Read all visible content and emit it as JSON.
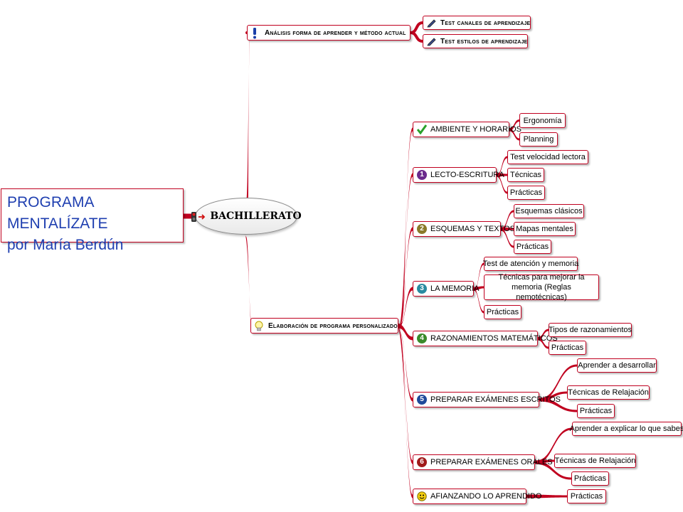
{
  "colors": {
    "branch": "#c0001f",
    "root_text": "#1f3fb0"
  },
  "root": {
    "title": "PROGRAMA MENTALÍZATE",
    "author": "por María Berdún"
  },
  "hub": {
    "label": "BACHILLERATO",
    "icon": "traffic-light-arrow-icon"
  },
  "analysis": {
    "label": "Análisis forma de aprender y método actual",
    "icon": "exclamation-icon",
    "children": [
      {
        "label": "Test canales de aprendizaje",
        "icon": "pencil-icon"
      },
      {
        "label": "Test estilos de aprendizaje",
        "icon": "pencil-icon"
      }
    ]
  },
  "program": {
    "label": "Elaboración de programa personalizado",
    "icon": "lightbulb-icon",
    "topics": [
      {
        "label": "AMBIENTE Y HORARIOS",
        "icon": "checkmark-icon",
        "children": [
          "Ergonomía",
          "Planning"
        ]
      },
      {
        "label": "LECTO-ESCRITURA",
        "number": "1",
        "children": [
          "Test velocidad lectora",
          "Técnicas",
          "Prácticas"
        ]
      },
      {
        "label": "ESQUEMAS Y TEXTOS",
        "number": "2",
        "children": [
          "Esquemas clásicos",
          "Mapas mentales",
          "Prácticas"
        ]
      },
      {
        "label": "LA MEMORIA",
        "number": "3",
        "children": [
          "Test de atención y memoria",
          "Técnicas para mejorar la memoria (Reglas nemotécnicas)",
          "Prácticas"
        ]
      },
      {
        "label": "RAZONAMIENTOS MATEMÁTICOS",
        "number": "4",
        "children": [
          "Tipos de razonamientos",
          "Prácticas"
        ]
      },
      {
        "label": "PREPARAR EXÁMENES ESCRITOS",
        "number": "5",
        "children": [
          "Aprender a desarrollar",
          "Técnicas de Relajación",
          "Prácticas"
        ]
      },
      {
        "label": "PREPARAR EXÁMENES ORALES",
        "number": "6",
        "children": [
          "Aprender a explicar lo que sabes",
          "Técnicas de Relajación",
          "Prácticas"
        ]
      },
      {
        "label": "AFIANZANDO LO APRENDIDO",
        "icon": "smiley-icon",
        "children": [
          "Prácticas"
        ]
      }
    ]
  }
}
